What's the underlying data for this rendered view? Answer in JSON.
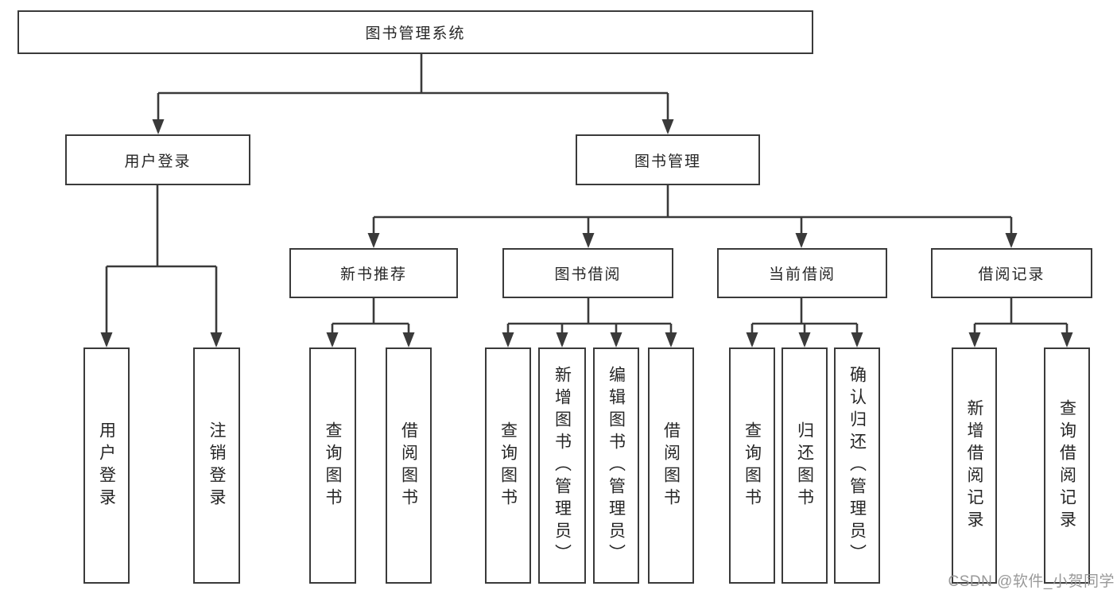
{
  "diagram": {
    "title": "图书管理系统",
    "tree": {
      "label": "图书管理系统",
      "children": [
        {
          "label": "用户登录",
          "children": [
            {
              "label": "用户登录"
            },
            {
              "label": "注销登录"
            }
          ]
        },
        {
          "label": "图书管理",
          "children": [
            {
              "label": "新书推荐",
              "children": [
                {
                  "label": "查询图书"
                },
                {
                  "label": "借阅图书"
                }
              ]
            },
            {
              "label": "图书借阅",
              "children": [
                {
                  "label": "查询图书"
                },
                {
                  "label": "新增图书（管理员）"
                },
                {
                  "label": "编辑图书（管理员）"
                },
                {
                  "label": "借阅图书"
                }
              ]
            },
            {
              "label": "当前借阅",
              "children": [
                {
                  "label": "查询图书"
                },
                {
                  "label": "归还图书"
                },
                {
                  "label": "确认归还（管理员）"
                }
              ]
            },
            {
              "label": "借阅记录",
              "children": [
                {
                  "label": "新增借阅记录"
                },
                {
                  "label": "查询借阅记录"
                }
              ]
            }
          ]
        }
      ]
    }
  },
  "watermark": {
    "text": "CSDN @软件_小贺同学"
  },
  "colors": {
    "line": "#3a3a3a",
    "box_border": "#3a3a3a",
    "text": "#262626",
    "watermark": "#949494",
    "background": "#ffffff"
  }
}
